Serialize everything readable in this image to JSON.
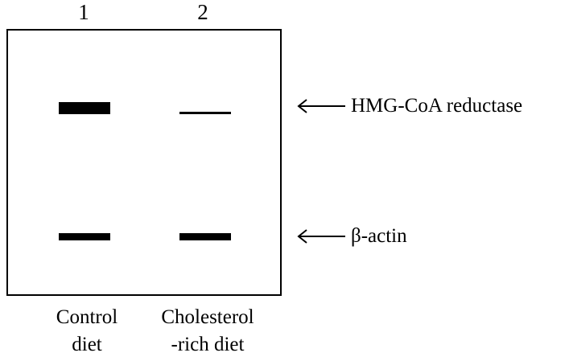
{
  "lanes": [
    {
      "number": "1",
      "caption_line1": "Control",
      "caption_line2": "diet"
    },
    {
      "number": "2",
      "caption_line1": "Cholesterol",
      "caption_line2": "-rich diet"
    }
  ],
  "bands": [
    {
      "label": "HMG-CoA reductase",
      "lane1_intensity": "strong",
      "lane2_intensity": "faint"
    },
    {
      "label": "β-actin",
      "lane1_intensity": "medium",
      "lane2_intensity": "medium"
    }
  ],
  "colors": {
    "ink": "#000000",
    "background": "#ffffff"
  }
}
